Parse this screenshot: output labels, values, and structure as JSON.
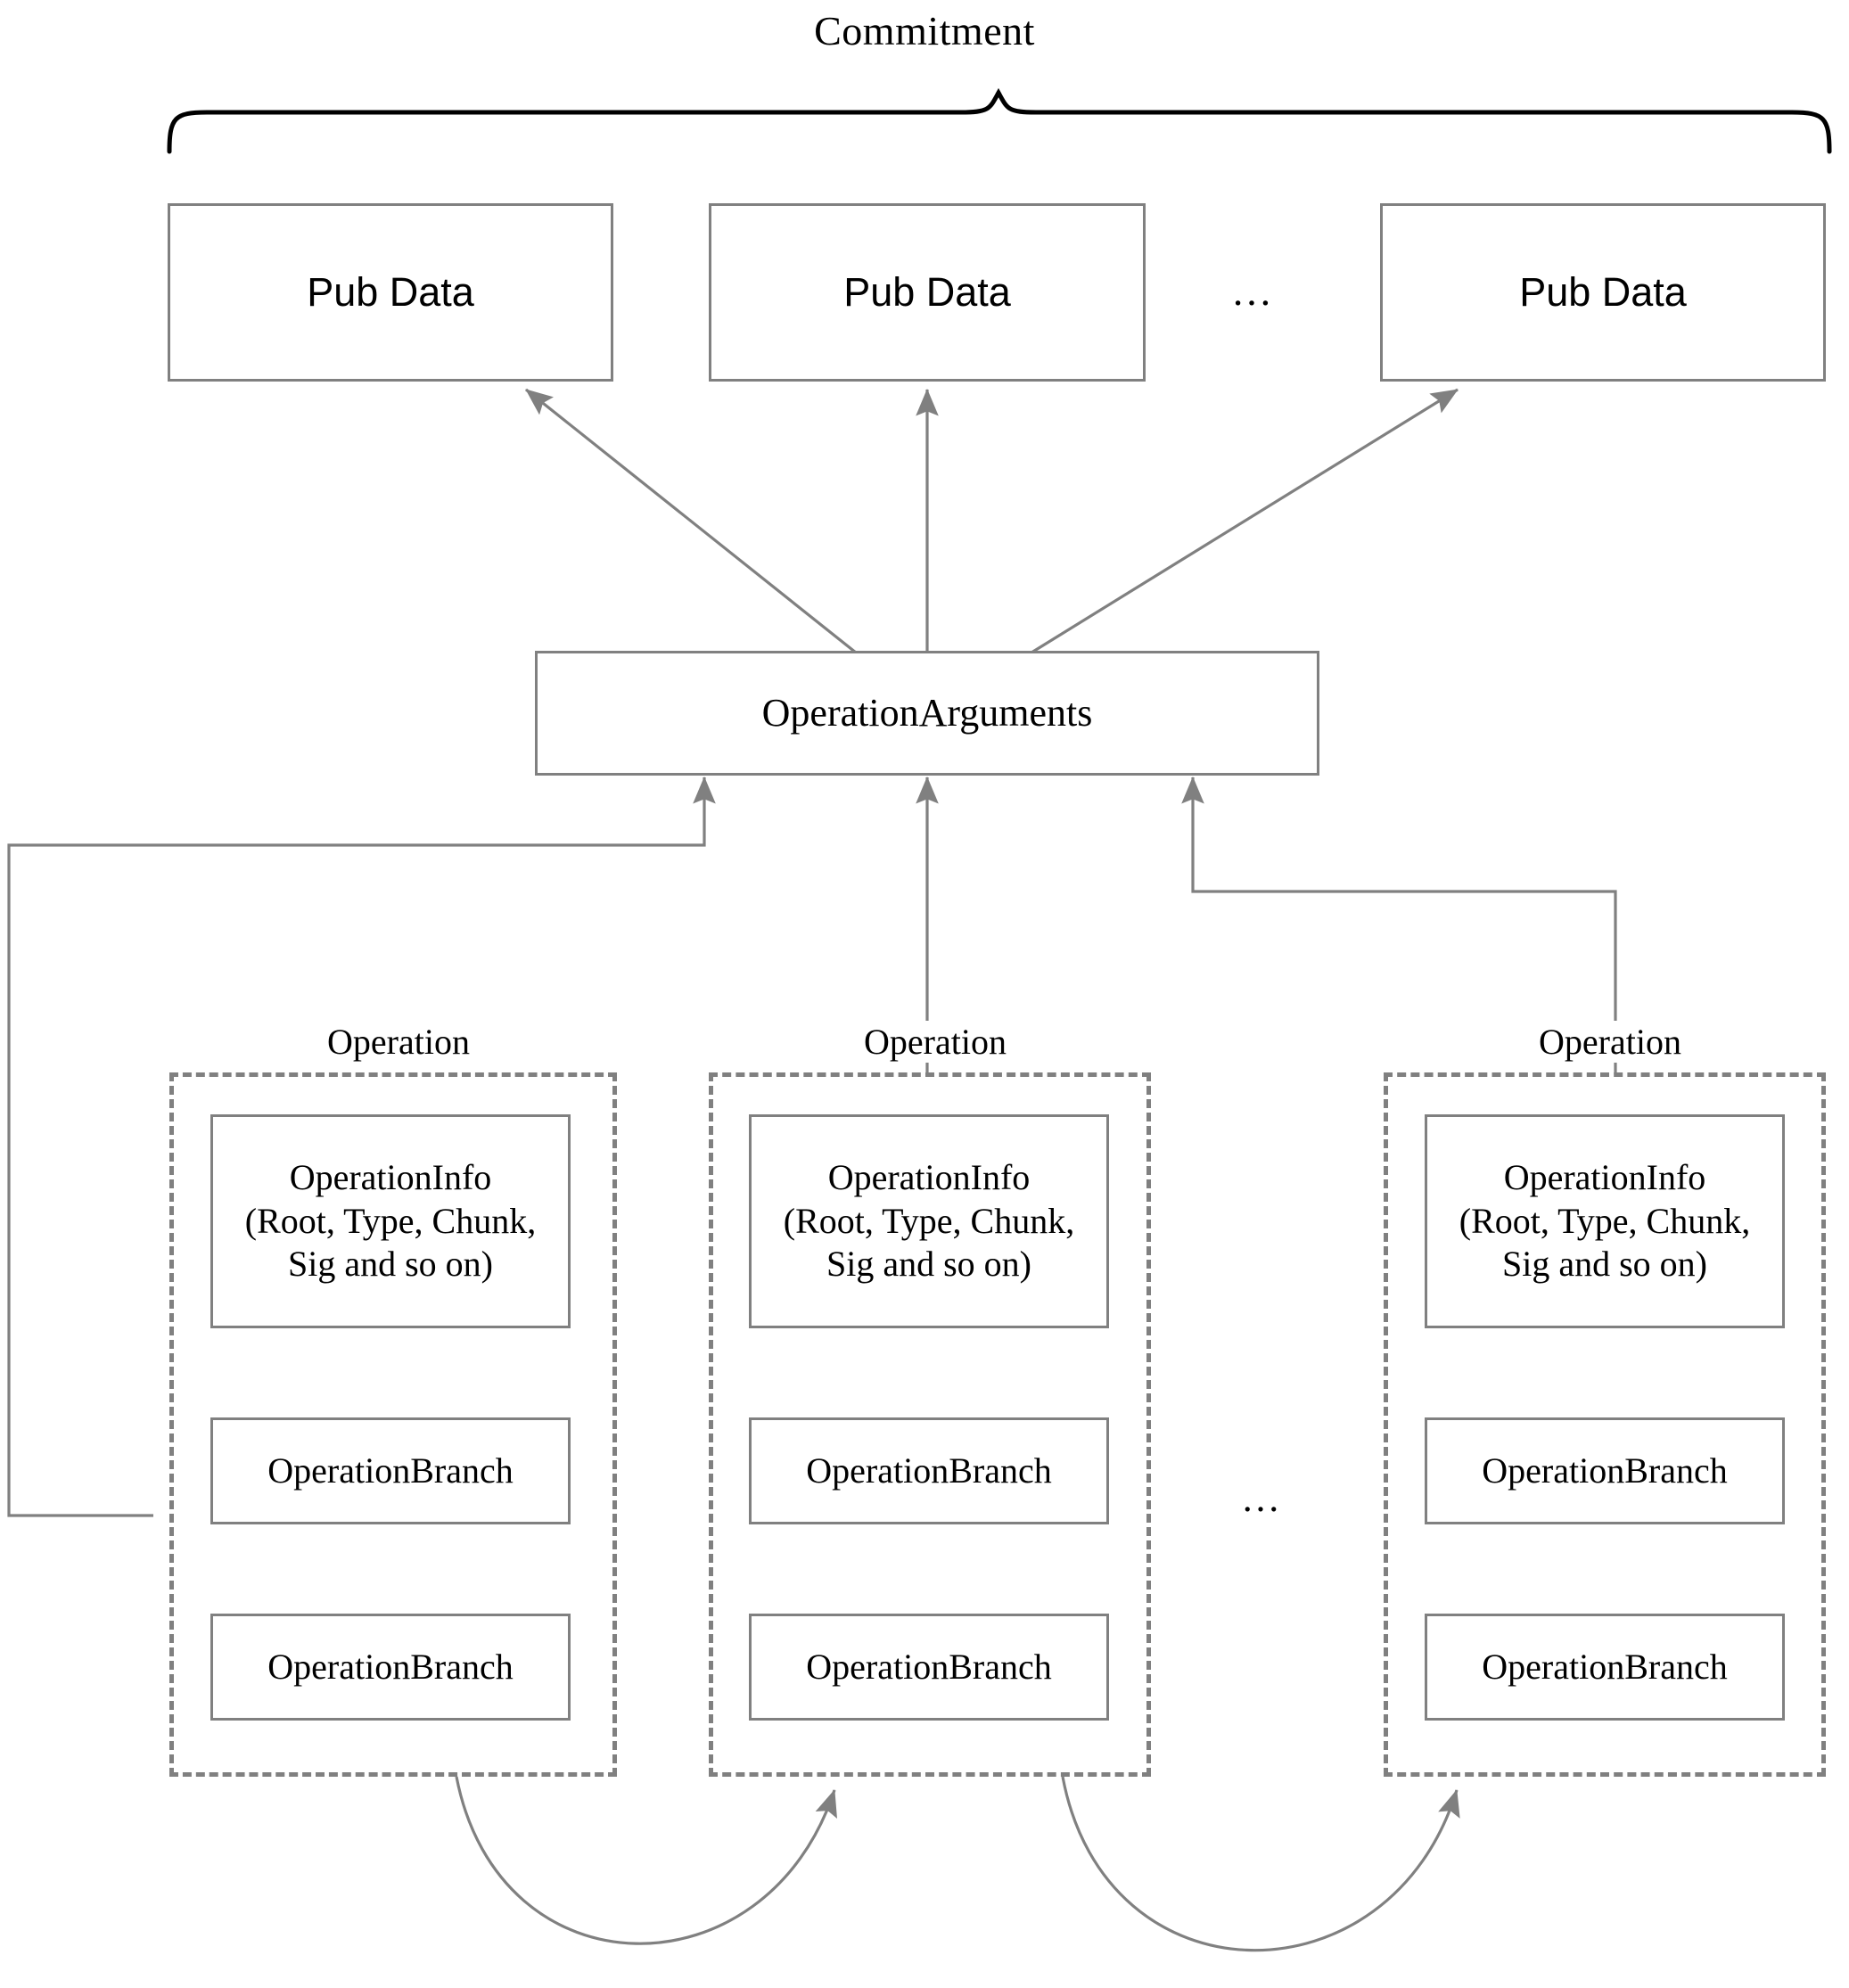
{
  "diagram": {
    "title": "Commitment",
    "brace": "curly-brace-spanning-pub-data-boxes",
    "pub_data": [
      {
        "label": "Pub Data"
      },
      {
        "label": "Pub Data"
      },
      {
        "label": "Pub Data"
      }
    ],
    "pub_data_ellipsis": "…",
    "operation_arguments": {
      "label": "OperationArguments"
    },
    "operations": [
      {
        "group_label": "Operation",
        "info": {
          "line1": "OperationInfo",
          "line2": "(Root, Type, Chunk,",
          "line3": "Sig and so on)"
        },
        "branches": [
          {
            "label": "OperationBranch"
          },
          {
            "label": "OperationBranch"
          }
        ]
      },
      {
        "group_label": "Operation",
        "info": {
          "line1": "OperationInfo",
          "line2": "(Root, Type, Chunk,",
          "line3": "Sig and so on)"
        },
        "branches": [
          {
            "label": "OperationBranch"
          },
          {
            "label": "OperationBranch"
          }
        ]
      },
      {
        "group_label": "Operation",
        "info": {
          "line1": "OperationInfo",
          "line2": "(Root, Type, Chunk,",
          "line3": "Sig and so on)"
        },
        "branches": [
          {
            "label": "OperationBranch"
          },
          {
            "label": "OperationBranch"
          }
        ]
      }
    ],
    "operations_ellipsis": "…",
    "colors": {
      "stroke": "#808080",
      "text": "#000000",
      "background": "#ffffff",
      "brace": "#000000"
    }
  }
}
